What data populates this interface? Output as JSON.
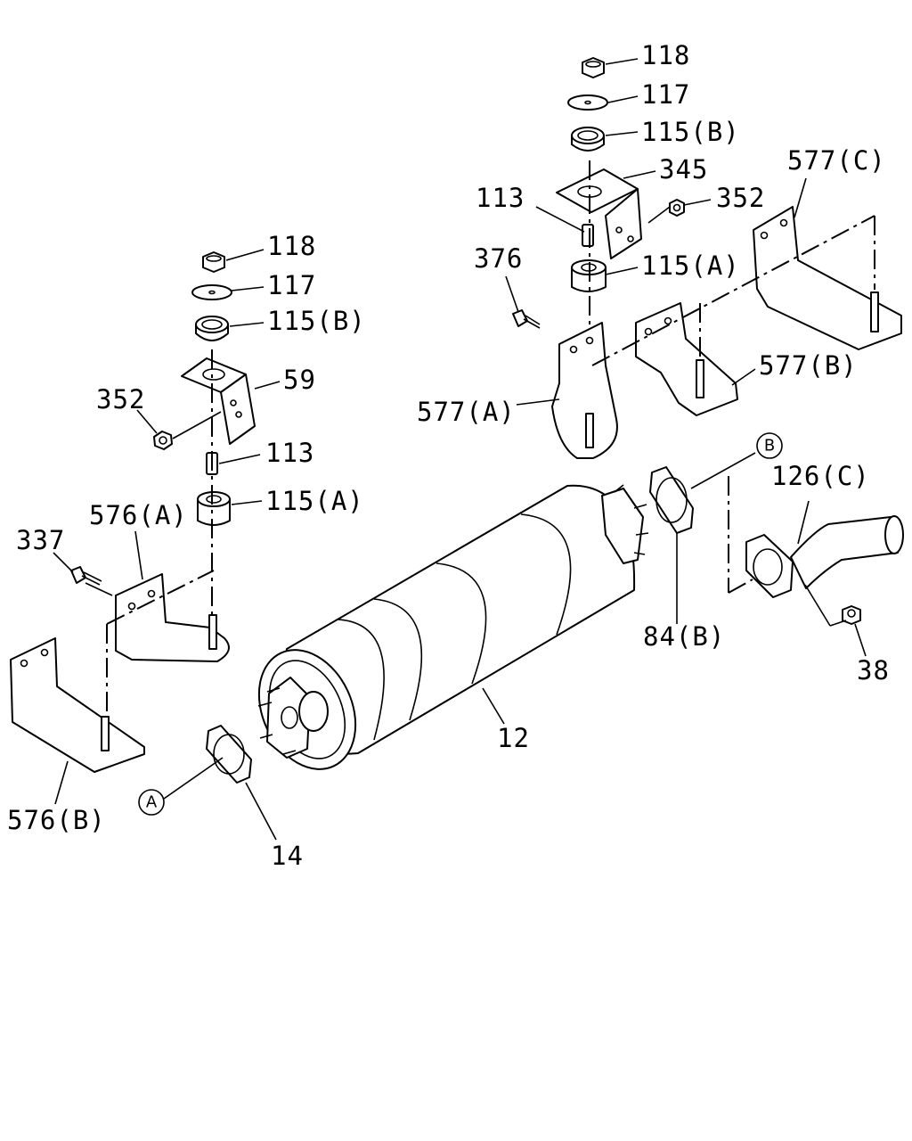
{
  "labels": {
    "p118_top": "118",
    "p117_top": "117",
    "p115b_top": "115(B)",
    "p345": "345",
    "p113_top": "113",
    "p352_top": "352",
    "p577c": "577(C)",
    "p376": "376",
    "p115a_top": "115(A)",
    "p577b": "577(B)",
    "p577a": "577(A)",
    "p118_left": "118",
    "p117_left": "117",
    "p115b_left": "115(B)",
    "p59": "59",
    "p352_left": "352",
    "p113_left": "113",
    "p115a_left": "115(A)",
    "p576a": "576(A)",
    "p337": "337",
    "p576b": "576(B)",
    "p126c": "126(C)",
    "p84b": "84(B)",
    "p38": "38",
    "p12": "12",
    "p14": "14"
  },
  "markers": {
    "a": "A",
    "b": "B"
  }
}
